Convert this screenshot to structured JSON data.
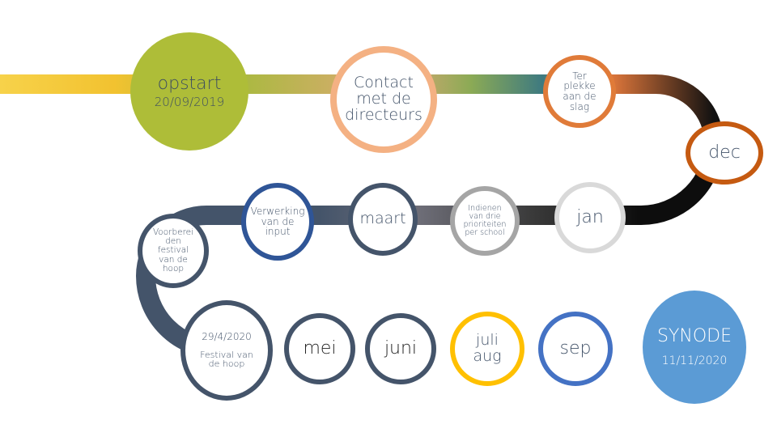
{
  "colors": {
    "yellow": "#F2C230",
    "green": "#AEBD38",
    "peach": "#F4B183",
    "orange": "#E07B39",
    "dark_orange": "#C55A11",
    "black": "#0D0D0D",
    "gray": "#BFBFBF",
    "dark_gray": "#A5A5A5",
    "navy": "#44546A",
    "blue": "#2F5597",
    "light_blue": "#5B9BD5",
    "gold": "#FFC000"
  },
  "nodes": {
    "opstart": {
      "title": "opstart",
      "date": "20/09/2019"
    },
    "contact": {
      "line1": "Contact",
      "line2": "met de",
      "line3": "directeurs"
    },
    "ter_plekke": {
      "line1": "Ter",
      "line2": "plekke",
      "line3": "aan de",
      "line4": "slag"
    },
    "dec": {
      "label": "dec"
    },
    "jan": {
      "label": "jan"
    },
    "indienen": {
      "line1": "Indienen",
      "line2": "van drie",
      "line3": "prioriteiten",
      "line4": "per school"
    },
    "maart": {
      "label": "maart"
    },
    "verwerking": {
      "line1": "Verwerking",
      "line2": "van de",
      "line3": "input"
    },
    "voorberei": {
      "line1": "Voorberei",
      "line2": "den",
      "line3": "festival",
      "line4": "van de",
      "line5": "hoop"
    },
    "festival": {
      "date": "29/4/2020",
      "line1": "Festival van",
      "line2": "de hoop"
    },
    "mei": {
      "label": "mei"
    },
    "juni": {
      "label": "juni"
    },
    "juli_aug": {
      "line1": "juli",
      "line2": "aug"
    },
    "sep": {
      "label": "sep"
    },
    "synode": {
      "title": "SYNODE",
      "date": "11/11/2020"
    }
  }
}
